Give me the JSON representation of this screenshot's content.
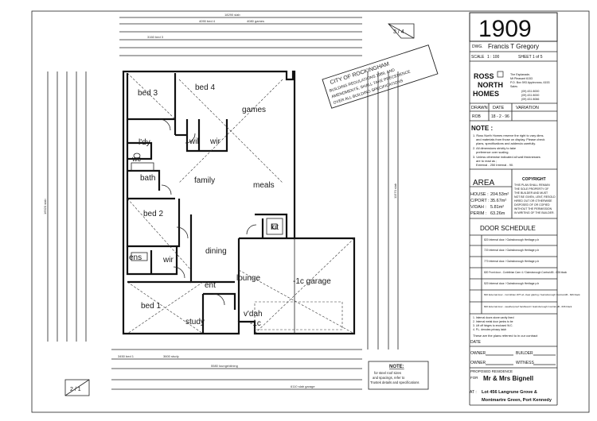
{
  "drawing": {
    "number": "1909",
    "drafter": "Francis T Gregory",
    "dwg_label": "DWG.",
    "scale_label": "SCALE",
    "scale": "1 : 100",
    "at_label": "AT",
    "sheet": "SHEET 1 of 5",
    "sheet_marker_top": "3 / 4",
    "sheet_marker_bottom": "2 / 1"
  },
  "company": {
    "name_line1": "ROSS",
    "name_line2": "NORTH",
    "name_line3": "HOMES",
    "address": [
      "The Esplanade,",
      "Mt Pleasant 6153",
      "P.O. Box 593 Applecross, 6153",
      "Sales",
      "(09) 431 8000",
      "(09) 431 8000",
      "(09) 431 8066"
    ]
  },
  "drawn": {
    "label_drawn": "DRAWN",
    "label_date": "DATE",
    "label_variation": "VARIATION",
    "drawn_by": "ROB",
    "date": "18 - 2 - 96"
  },
  "stamp": {
    "lines": [
      "CITY OF ROCKINGHAM",
      "BUILDING REGULATIONS 1989, AND",
      "AMENDMENTS, SHALL TAKE PRECEDENCE",
      "OVER ALL BUILDING SPECIFICATIONS"
    ]
  },
  "notes": {
    "title": "NOTE :",
    "items": [
      "1. Ross North Homes reserve the right to vary dims.",
      "and materials from those on display. Please check",
      "plans, specifications and addenda carefully.",
      "2. All dimensions strictly to take",
      "preference over scaling.",
      "3. Unless otherwise indicated all wall thicknesses",
      "are to read as ;",
      "External - 250   Internal - 90."
    ]
  },
  "area": {
    "title": "AREA",
    "rows": [
      {
        "label": "HOUSE :",
        "value": "204.53m²"
      },
      {
        "label": "C/PORT :",
        "value": "35.67m²"
      },
      {
        "label": "V/DAH :",
        "value": "5.81m²"
      },
      {
        "label": "PERIM :",
        "value": "63.26m"
      }
    ],
    "copyright_title": "COPYRIGHT",
    "copyright_lines": [
      "THIS PLAN SHALL REMAIN",
      "THE SOLE PROPERTY OF",
      "THE BUILDER AND MUST",
      "NOT BE GIVEN, LENT, RESOLD",
      "HIRED OUT OR OTHERWISE",
      "DISPOSED OF OR COPIED",
      "WITHOUT THE PERMISSION",
      "IN WRITING OF THE BUILDER."
    ]
  },
  "door_schedule": {
    "title": "DOOR SCHEDULE",
    "rows": [
      "820 Internal door / Gainsborough Heritage p.b",
      "720 Internal door / Gainsborough Heritage p.b",
      "770 Internal door / Gainsborough Heritage p.b",
      "820 Front door - Corinthian Carn 4 / Gainsborough Contral AB - 606 black",
      "520 Internal door / Gainsborough Heritage p.b",
      "820 External door - Corinthian W/T wl- clear glazing / Gainsborough Contral AB - 606 black",
      "820 External door - weatherproof hardboard / Gainsborough Contral AB - 606 black"
    ],
    "footnotes": [
      "1. Internal doors stone cavity lined",
      "2. Internal metal door jambs to be",
      "3. Lift off hinges to enclosed W.C.",
      "4. P.L. denotes privacy latch"
    ],
    "plans_note": "These are the plans referred to in our contract",
    "date_label": "DATE"
  },
  "signatures": {
    "owner": "OWNER",
    "builder": "BUILDER",
    "witness": "WITNESS"
  },
  "residence": {
    "label": "PROPOSED RESIDENCE",
    "for_label": "FOR",
    "for_value": "Mr & Mrs Bignell",
    "at_label": "AT :",
    "address_line1": "Lot 456 Langrune Grove &",
    "address_line2": "Montmartre Green, Port Kennedy"
  },
  "plan_note": {
    "title": "NOTE:",
    "lines": [
      "for steel roof sizes",
      "and spacings, refer to",
      "Trustek details and specifications"
    ]
  },
  "rooms": {
    "bed4": "bed 4",
    "bed3": "bed 3",
    "games": "games",
    "wil": "wil",
    "wir_top": "wir",
    "ldy": "l'dy",
    "wc": "wc",
    "bath": "bath",
    "family": "family",
    "meals": "meals",
    "bed2": "bed 2",
    "kit": "kit",
    "ens": "ens",
    "wir": "wir",
    "dining": "dining",
    "garage": "-1c garage",
    "lounge": "lounge",
    "ent": "ent",
    "bed1": "bed 1",
    "study": "study",
    "vdah": "v'dah",
    "vdah2": "-1c"
  },
  "dims": {
    "top_overall": "18290 slab",
    "top_a": "4090 bed 4",
    "top_b": "3160 bed 3",
    "top_c": "4080 games",
    "bottom_a": "3450 bed 1",
    "bottom_b": "3600 study",
    "bottom_c": "5580 lounge/dining",
    "bottom_d": "6110 slab garage",
    "left_overall": "16920 slab",
    "right_overall": "11570 slab"
  }
}
